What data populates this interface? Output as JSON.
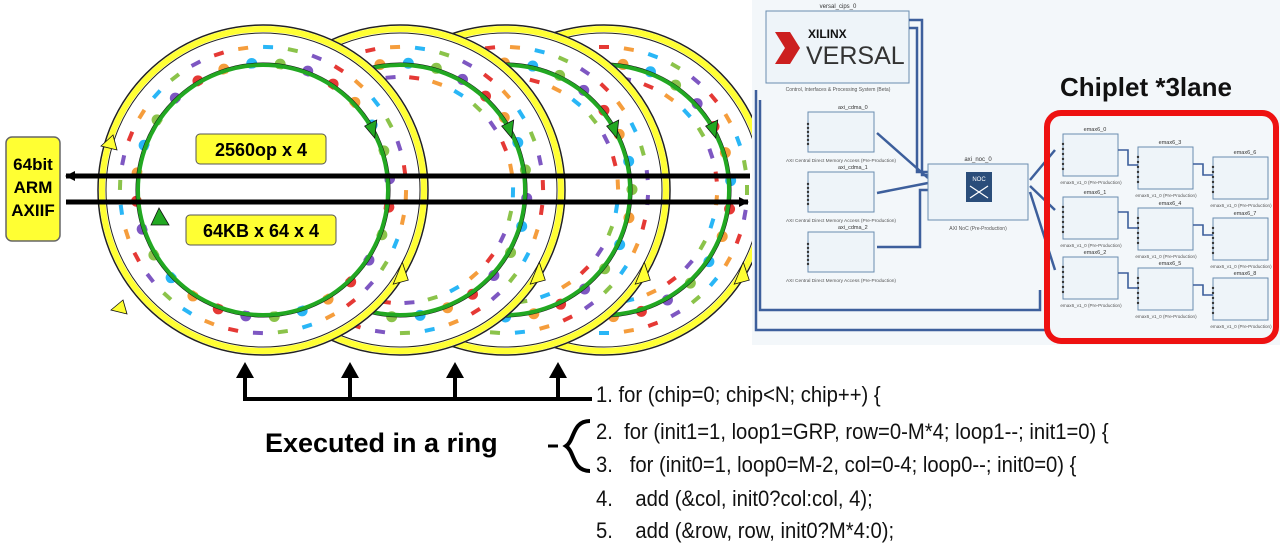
{
  "ring": {
    "ops_label": "2560op x 4",
    "mem_label": "64KB x 64 x 4"
  },
  "arm": {
    "line1": "64bit",
    "line2": "ARM",
    "line3": "AXIIF"
  },
  "chiplet_title": "Chiplet *3lane",
  "caption": "Executed in a ring",
  "code": [
    "1. for (chip=0; chip<N; chip++) {",
    "2.  for (init1=1, loop1=GRP, row=0-M*4; loop1--; init1=0) {",
    "3.   for (init0=1, loop0=M-2, col=0-4; loop0--; init0=0) {",
    "4.    add (&col, init0?col:col, 4);",
    "5.    add (&row, row, init0?M*4:0);"
  ],
  "block": {
    "versal_top": "versal_cips_0",
    "xilinx": "XILINX",
    "versal": "VERSAL",
    "versal_sub": "Control, Interfaces & Processing System (Beta)",
    "cdma": [
      {
        "name": "axi_cdma_0",
        "desc": "AXI Central Direct Memory Access (Pre-Production)"
      },
      {
        "name": "axi_cdma_1",
        "desc": "AXI Central Direct Memory Access (Pre-Production)"
      },
      {
        "name": "axi_cdma_2",
        "desc": "AXI Central Direct Memory Access (Pre-Production)"
      }
    ],
    "noc_name": "axi_noc_0",
    "noc_desc": "AXI NoC (Pre-Production)",
    "noc_chip": "NOC",
    "emax": [
      {
        "name": "emax6_0",
        "desc": "emax6_v1_0 (Pre-Production)"
      },
      {
        "name": "emax6_1",
        "desc": "emax6_v1_0 (Pre-Production)"
      },
      {
        "name": "emax6_2",
        "desc": "emax6_v1_0 (Pre-Production)"
      },
      {
        "name": "emax6_3",
        "desc": "emax6_v1_0 (Pre-Production)"
      },
      {
        "name": "emax6_4",
        "desc": "emax6_v1_0 (Pre-Production)"
      },
      {
        "name": "emax6_5",
        "desc": "emax6_v1_0 (Pre-Production)"
      },
      {
        "name": "emax6_6",
        "desc": "emax6_v1_0 (Pre-Production)"
      },
      {
        "name": "emax6_7",
        "desc": "emax6_v1_0 (Pre-Production)"
      },
      {
        "name": "emax6_8",
        "desc": "emax6_v1_0 (Pre-Production)"
      }
    ]
  },
  "colors": {
    "ring_yellow": "#ffff33",
    "ring_green": "#22a822",
    "chiplet_red": "#ee1111",
    "dot_palette": [
      "#8bc34a",
      "#7e57c2",
      "#e53935",
      "#f59d3c",
      "#29b6f6"
    ]
  }
}
